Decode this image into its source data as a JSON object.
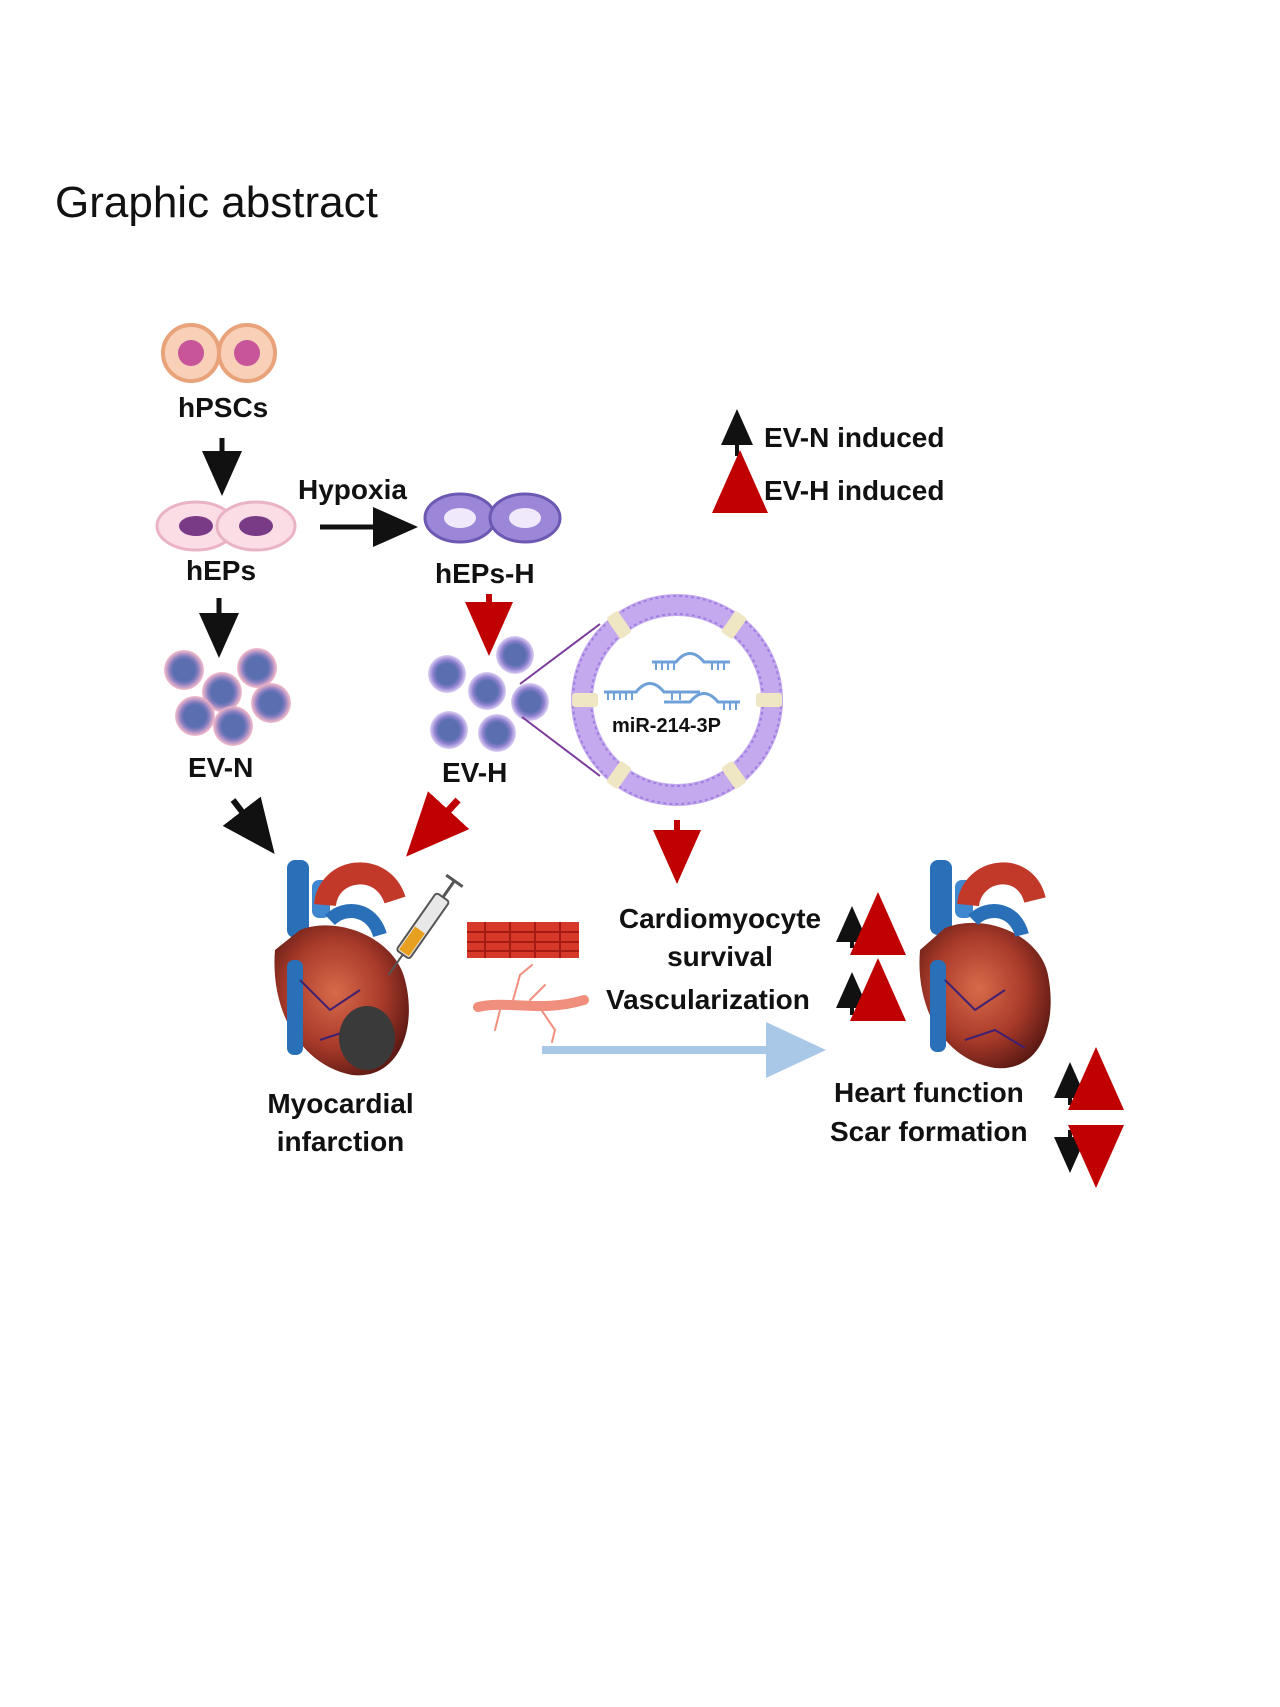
{
  "title": "Graphic abstract",
  "labels": {
    "hpscs": "hPSCs",
    "heps": "hEPs",
    "hypoxia": "Hypoxia",
    "heps_h": "hEPs-H",
    "ev_n": "EV-N",
    "ev_h": "EV-H",
    "mirna": "miR-214-3P",
    "mi_line1": "Myocardial",
    "mi_line2": "infarction",
    "cm_line1": "Cardiomyocyte",
    "cm_line2": "survival",
    "vasc": "Vascularization",
    "heart_function": "Heart function",
    "scar": "Scar formation"
  },
  "legend": {
    "ev_n": "EV-N induced",
    "ev_h": "EV-H induced"
  },
  "colors": {
    "black_arrow": "#111111",
    "red_arrow": "#c00000",
    "blue_arrow": "#a9c8e8",
    "ev_n_glow": "#f3a6b8",
    "ev_h_glow": "#c3a9e6",
    "vesicle_core": "#5a76b8",
    "membrane": "#b89ae8"
  },
  "icons": [
    "hpsc-cells-icon",
    "hep-cells-icon",
    "heps-h-cells-icon",
    "ev-n-vesicles-icon",
    "ev-h-vesicles-icon",
    "exosome-membrane-icon",
    "mi-heart-icon",
    "syringe-icon",
    "muscle-fiber-icon",
    "blood-vessel-icon",
    "healed-heart-icon"
  ]
}
